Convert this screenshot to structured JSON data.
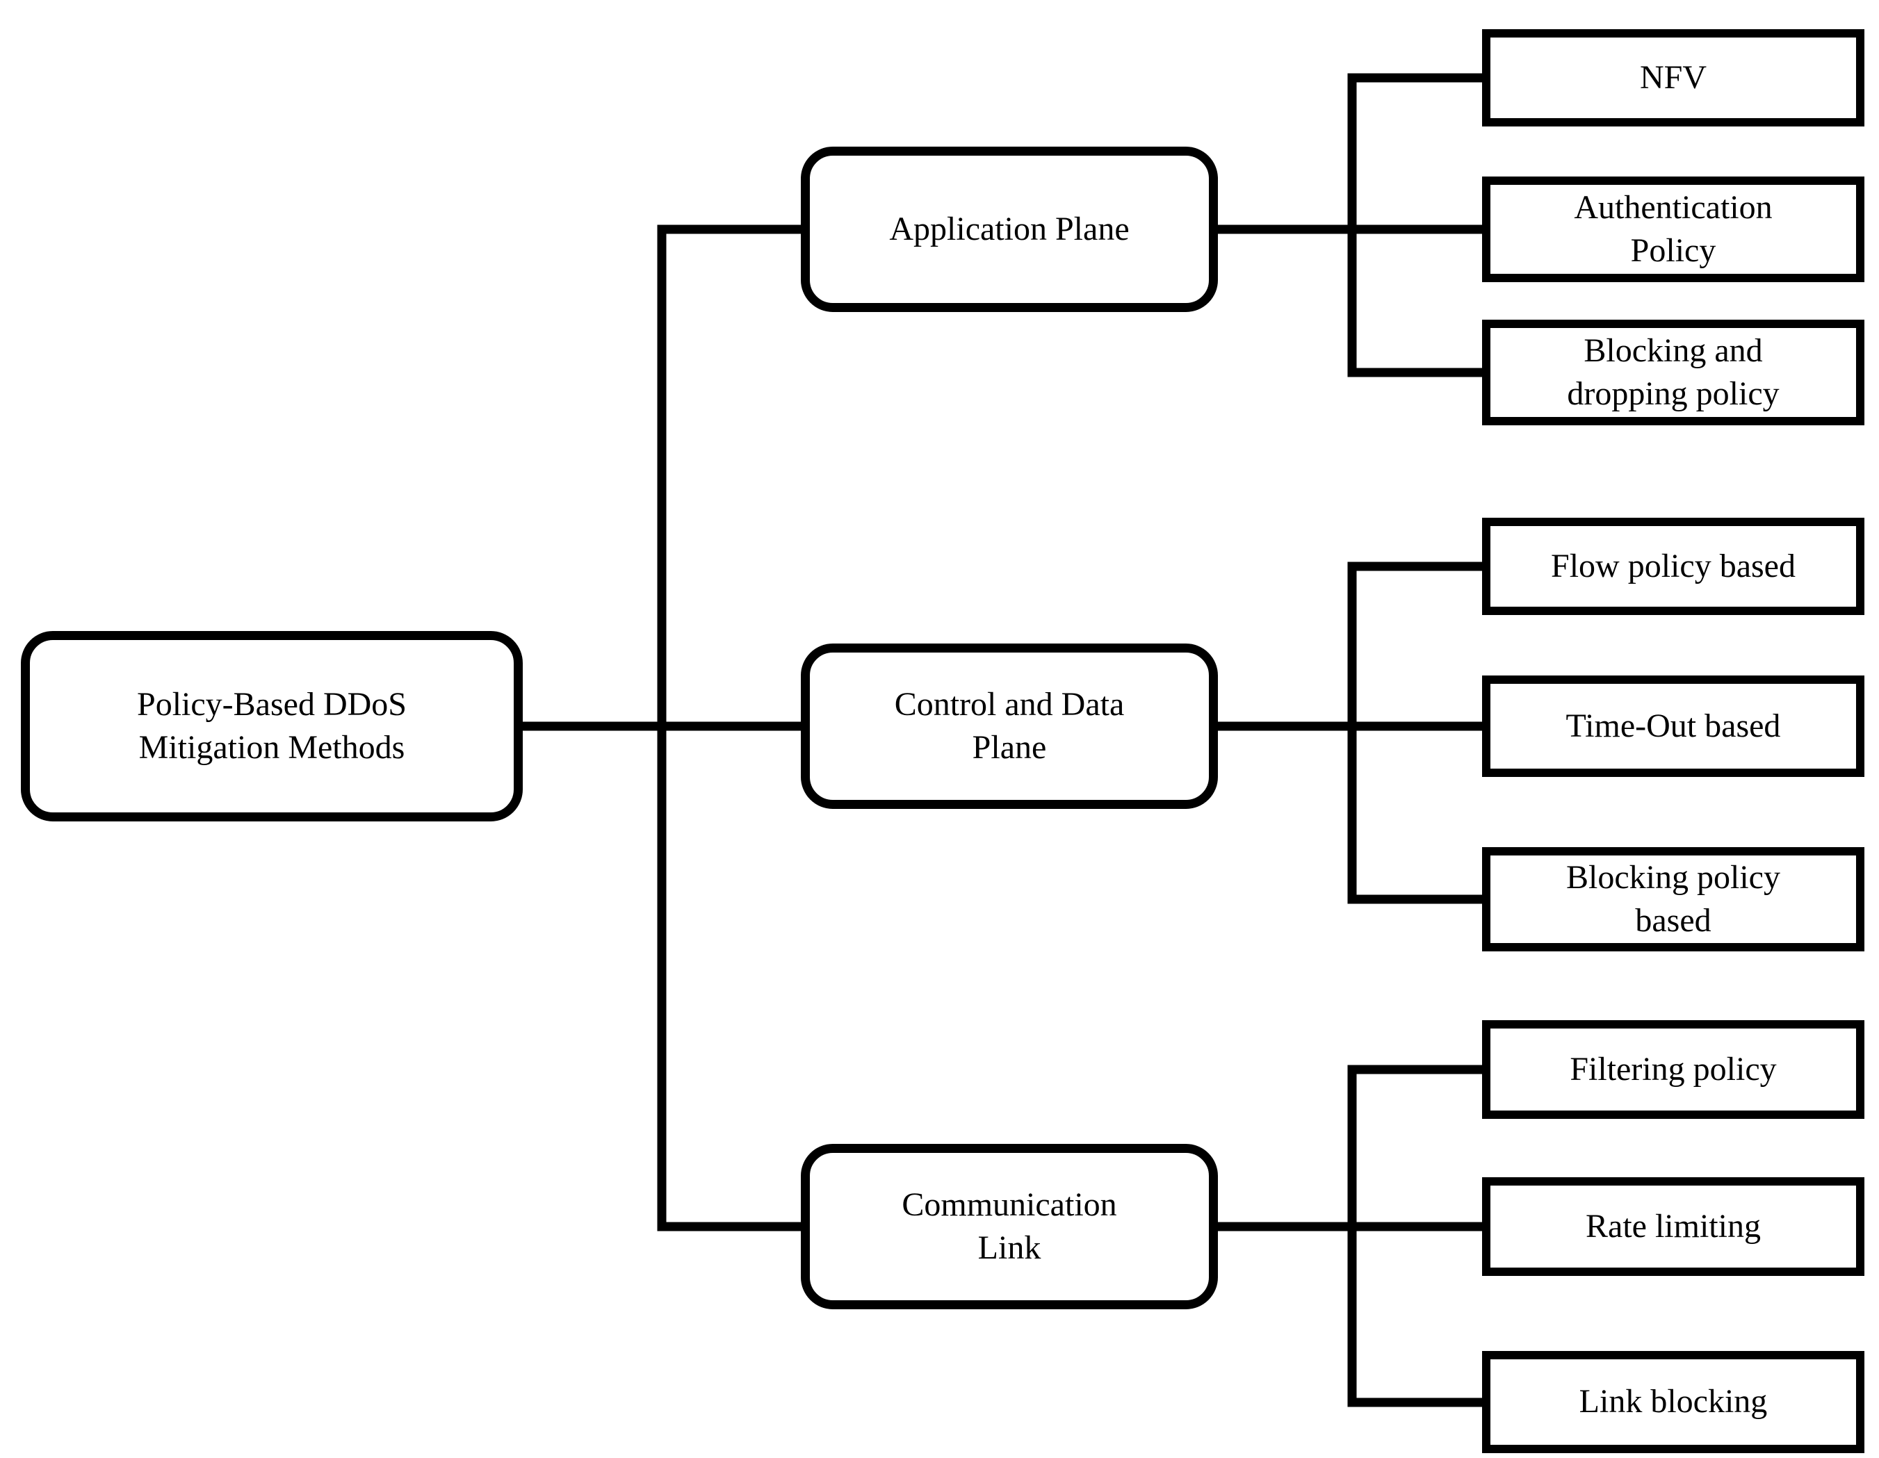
{
  "diagram": {
    "type": "tree",
    "orientation": "left-to-right",
    "colors": {
      "line": "#000000",
      "box_background": "#ffffff",
      "text": "#000000",
      "background": "#ffffff"
    },
    "root": {
      "label": "Policy-Based DDoS Mitigation Methods"
    },
    "branches": [
      {
        "label": "Application Plane",
        "children": [
          {
            "label": "NFV"
          },
          {
            "label": "Authentication Policy"
          },
          {
            "label": "Blocking and dropping policy"
          }
        ]
      },
      {
        "label": "Control and Data Plane",
        "children": [
          {
            "label": "Flow policy based"
          },
          {
            "label": "Time-Out based"
          },
          {
            "label": "Blocking policy based"
          }
        ]
      },
      {
        "label": "Communication Link",
        "children": [
          {
            "label": "Filtering policy"
          },
          {
            "label": "Rate limiting"
          },
          {
            "label": "Link blocking"
          }
        ]
      }
    ]
  }
}
